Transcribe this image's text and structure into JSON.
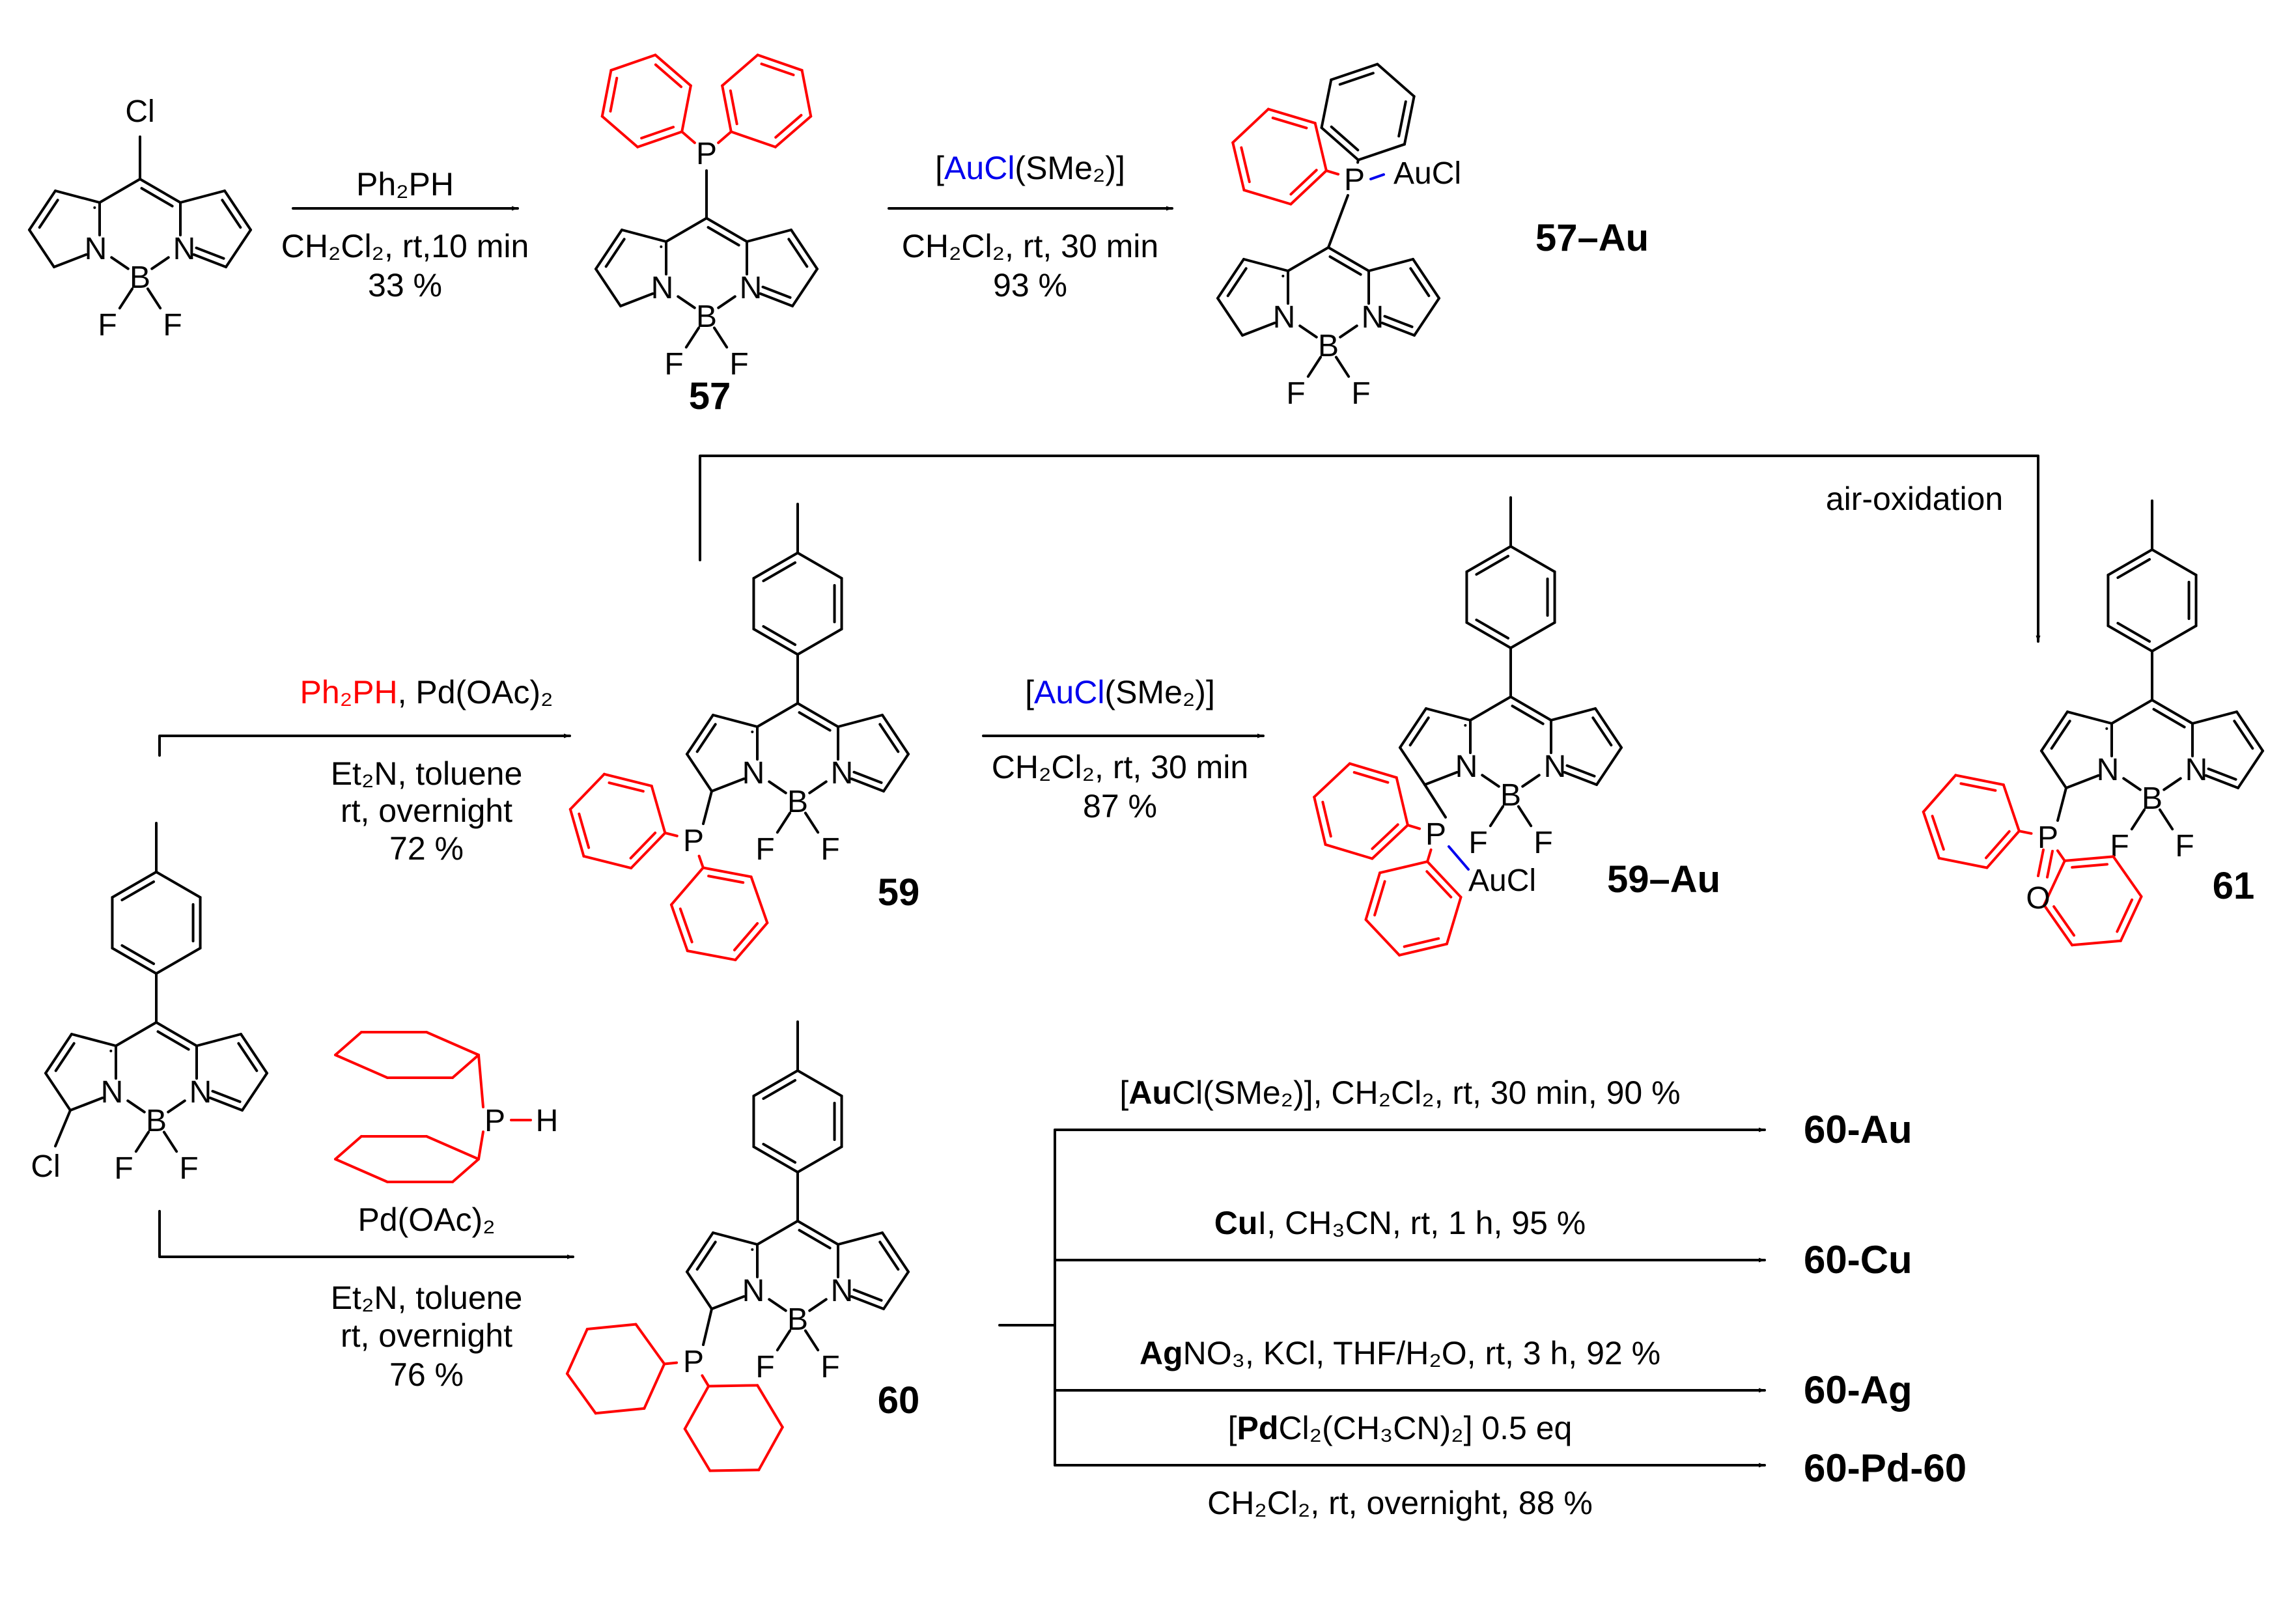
{
  "colors": {
    "black": "#000000",
    "red": "#ff0000",
    "blue": "#0000ee"
  },
  "compounds": {
    "c57": "57",
    "c57au": "57–Au",
    "c59": "59",
    "c59au": "59–Au",
    "c60": "60",
    "c61": "61",
    "c60au": "60-Au",
    "c60cu": "60-Cu",
    "c60ag": "60-Ag",
    "c60pd": "60-Pd-60"
  },
  "atoms": {
    "cl": "Cl",
    "n": "N",
    "b": "B",
    "f": "F",
    "p": "P",
    "o": "O",
    "h": "H",
    "aucl": "AuCl",
    "dash": "–"
  },
  "reagents": {
    "ph2ph": "Ph₂PH",
    "pdoac": "Pd(OAc)₂",
    "aucl_bracket_open": "[",
    "aucl_red_part": "AuCl",
    "aucl_smes_tail": "(SMe₂)]",
    "sep": ", "
  },
  "conditions": {
    "r1_solvent": "CH₂Cl₂, rt,10 min",
    "r1_yield": "33 %",
    "r2_solvent": "CH₂Cl₂, rt, 30 min",
    "r2_yield": "93 %",
    "r3_base": "Et₂N, toluene",
    "r3_time": "rt, overnight",
    "r3_yield": "72 %",
    "r4_solvent": "CH₂Cl₂, rt, 30 min",
    "r4_yield": "87 %",
    "air": "air-oxidation",
    "r5_base": "Et₂N, toluene",
    "r5_time": "rt, overnight",
    "r5_yield": "76 %",
    "au_metal": "Au",
    "au_rest": "Cl(SMe₂)], CH₂Cl₂, rt, 30 min, 90 %",
    "cu_metal": "Cu",
    "cu_rest": "I, CH₃CN, rt, 1 h, 95 %",
    "ag_metal": "Ag",
    "ag_rest": "NO₃, KCl, THF/H₂O, rt, 3 h, 92 %",
    "pd_metal": "Pd",
    "pd_rest": "Cl₂(CH₃CN)₂] 0.5 eq",
    "pd_solvent": "CH₂Cl₂, rt, overnight, 88 %"
  }
}
